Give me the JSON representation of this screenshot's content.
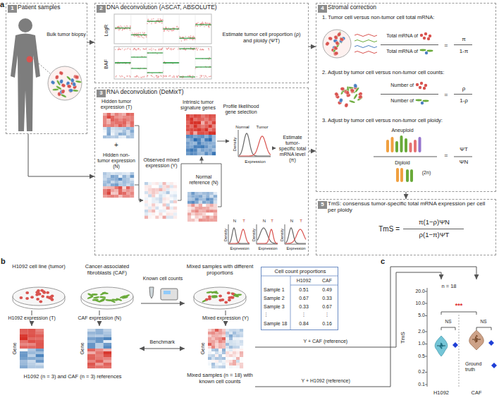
{
  "diagram": {
    "nodes": [
      {
        "text": [
          "Patient samples",
          "Bulk tumor biopsy"
        ]
      },
      {
        "text": [
          "1"
        ],
        "in": 0
      },
      {
        "text": [
          "DNA deconvolution (ASCAT, ABSOLUTE)",
          "LogR",
          "BAF",
          "Estimate tumor cell proportion (ρ) and ploidy (ΨT)"
        ]
      },
      {
        "text": [
          "2"
        ],
        "in": 2
      },
      {
        "text": [
          "RNA deconvolution (DeMixT)",
          "Hidden tumor expression (T)",
          "+",
          "Hidden non-tumor expression (N)",
          "Observed mixed expression (Y)",
          "Normal reference (N)",
          "Intrinsic tumor signature genes",
          "Profile likelihood gene selection",
          "Normal",
          "Tumor",
          "Density",
          "Expression",
          "Estimate tumor-specific total mRNA level (π)",
          "Density",
          "Expression",
          "N",
          "T",
          "Density",
          "Expression",
          "N",
          "T",
          "Density",
          "Expression",
          "N",
          "T"
        ]
      },
      {
        "text": [
          "3"
        ],
        "in": 4
      },
      {
        "text": [
          "Stromal correction",
          "1. Tumor cell versus non-tumor cell total mRNA:",
          "Total mRNA of",
          "Total mRNA of",
          "=",
          "π",
          "1-π",
          "2. Adjust by tumor cell versus non-tumor cell counts:",
          "Number of",
          "Number of",
          "=",
          "ρ",
          "1-ρ",
          "3. Adjust by tumor cell versus non-tumor cell ploidy:",
          "Aneuploid",
          "Diploid",
          "(2n)",
          "=",
          "ΨT",
          "ΨN"
        ]
      },
      {
        "text": [
          "4"
        ],
        "in": 6
      },
      {
        "text": [
          "TmS: consensus tumor-specific total mRNA expression per cell per ploidy",
          "TmS =",
          "π(1−ρ)ΨN",
          "ρ(1−π)ΨT"
        ]
      },
      {
        "text": [
          "5"
        ],
        "in": 8
      },
      {
        "text": [
          "H1092 cell line (tumor)"
        ]
      },
      {
        "text": [
          "Cancer-associated fibroblasts (CAF)"
        ]
      },
      {
        "text": [
          "Mixed samples with different proportions"
        ]
      },
      {
        "text": [
          "Cell count proportions",
          "H1092",
          "CAF",
          "Sample 1",
          "0.51",
          "0.49",
          "Sample 2",
          "0.67",
          "0.33",
          "Sample 3",
          "0.33",
          "0.67",
          "⋮",
          "⋮",
          "⋮",
          "Sample 18",
          "0.84",
          "0.16"
        ]
      },
      {
        "text": [
          "Gene",
          "Gene",
          "H1092 (n = 3) and CAF (n = 3) references"
        ]
      },
      {
        "text": [
          "Gene",
          "Mixed samples (n = 18) with known cell counts"
        ]
      },
      {
        "text": [
          "n = 18",
          "TmS",
          "20.0",
          "10.0",
          "5.0",
          "2.0",
          "1.0",
          "0.5",
          "0.2",
          "0.1",
          "***",
          "NS",
          "NS",
          "H1092",
          "CAF"
        ]
      }
    ],
    "edges": [
      {
        "from": 0,
        "to": 2,
        "arrow": "to"
      },
      {
        "from": 0,
        "to": 4,
        "arrow": "to"
      },
      {
        "from": 2,
        "to": 6,
        "arrow": "to"
      },
      {
        "from": 4,
        "to": 6,
        "arrow": "to"
      },
      {
        "from": 6,
        "to": 8,
        "arrow": "to"
      },
      {
        "from": 10,
        "to": 14,
        "arrow": "to",
        "label": "H1092 expression (T)"
      },
      {
        "from": 11,
        "to": 14,
        "arrow": "to",
        "label": "CAF expression (N)"
      },
      {
        "from": 11,
        "to": 12,
        "arrow": "to",
        "label": "Known cell counts"
      },
      {
        "from": 12,
        "to": 15,
        "arrow": "to",
        "label": "Mixed expression (Y)"
      },
      {
        "from": 14,
        "to": 15,
        "arrow": "both",
        "label": "Benchmark"
      },
      {
        "from": 15,
        "to": 16,
        "arrow": "to",
        "label": "Y + CAF (reference)"
      },
      {
        "from": 15,
        "to": 16,
        "arrow": "to",
        "label": "Y + H1092 (reference)"
      }
    ],
    "labels": [
      "a",
      "b",
      "c"
    ],
    "legend": [
      {
        "text": "Ground truth"
      }
    ]
  }
}
